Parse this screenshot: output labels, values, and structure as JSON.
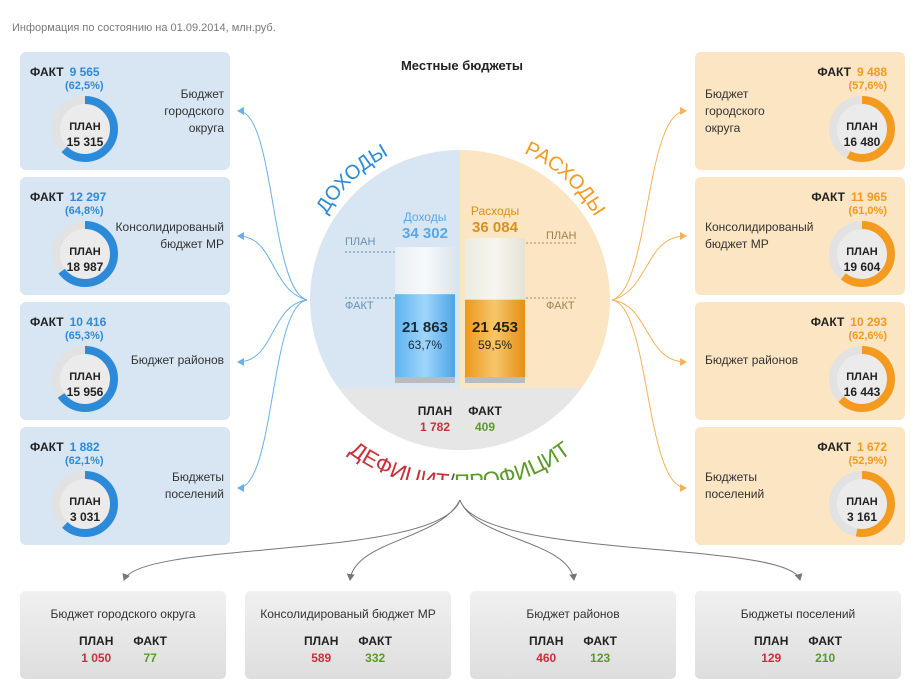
{
  "info": "Информация по состоянию на 01.09.2014, млн.руб.",
  "title": "Местные бюджеты",
  "center": {
    "income_arc": "ДОХОДЫ",
    "expense_arc": "РАСХОДЫ",
    "deficit_word": "ДЕФИЦИТ",
    "slash": "/",
    "profit_word": "ПРОФИЦИТ",
    "plan_tick": "ПЛАН",
    "fact_tick": "ФАКТ",
    "income": {
      "label": "Доходы",
      "plan": "34 302",
      "fact": "21 863",
      "pct": "63,7%",
      "fill": 0.637
    },
    "expense": {
      "label": "Расходы",
      "plan": "36 084",
      "fact": "21 453",
      "pct": "59,5%",
      "fill": 0.595
    },
    "balance": {
      "plan_label": "ПЛАН",
      "fact_label": "ФАКТ",
      "plan": "1 782",
      "fact": "409"
    }
  },
  "labels": {
    "fact": "ФАКТ",
    "plan": "ПЛАН"
  },
  "income_cards": [
    {
      "name": [
        "Бюджет",
        "городского",
        "округа"
      ],
      "fact": "9 565",
      "pct": "(62,5%)",
      "plan": "15 315",
      "ratio": 0.625
    },
    {
      "name": [
        "Консолидированый",
        "бюджет МР"
      ],
      "fact": "12 297",
      "pct": "(64,8%)",
      "plan": "18 987",
      "ratio": 0.648
    },
    {
      "name": [
        "Бюджет районов"
      ],
      "fact": "10 416",
      "pct": "(65,3%)",
      "plan": "15 956",
      "ratio": 0.653
    },
    {
      "name": [
        "Бюджеты",
        "поселений"
      ],
      "fact": "1 882",
      "pct": "(62,1%)",
      "plan": "3 031",
      "ratio": 0.621
    }
  ],
  "expense_cards": [
    {
      "name": [
        "Бюджет",
        "городского",
        "округа"
      ],
      "fact": "9 488",
      "pct": "(57,6%)",
      "plan": "16 480",
      "ratio": 0.576
    },
    {
      "name": [
        "Консолидированый",
        "бюджет МР"
      ],
      "fact": "11 965",
      "pct": "(61,0%)",
      "plan": "19 604",
      "ratio": 0.61
    },
    {
      "name": [
        "Бюджет районов"
      ],
      "fact": "10 293",
      "pct": "(62,6%)",
      "plan": "16 443",
      "ratio": 0.626
    },
    {
      "name": [
        "Бюджеты",
        "поселений"
      ],
      "fact": "1 672",
      "pct": "(52,9%)",
      "plan": "3 161",
      "ratio": 0.529
    }
  ],
  "balance_cards": [
    {
      "name": "Бюджет городского округа",
      "plan": "1 050",
      "fact": "77"
    },
    {
      "name": "Консолидированый бюджет МР",
      "plan": "589",
      "fact": "332"
    },
    {
      "name": "Бюджет районов",
      "plan": "460",
      "fact": "123"
    },
    {
      "name": "Бюджеты поселений",
      "plan": "129",
      "fact": "210"
    }
  ],
  "colors": {
    "income": "#2d8ad8",
    "income_bg": "#d8e6f3",
    "expense": "#f39a1f",
    "expense_bg": "#fbe5c2",
    "deficit": "#c8303a",
    "profit": "#5a9a26",
    "ring_track": "#e2e2e2"
  }
}
